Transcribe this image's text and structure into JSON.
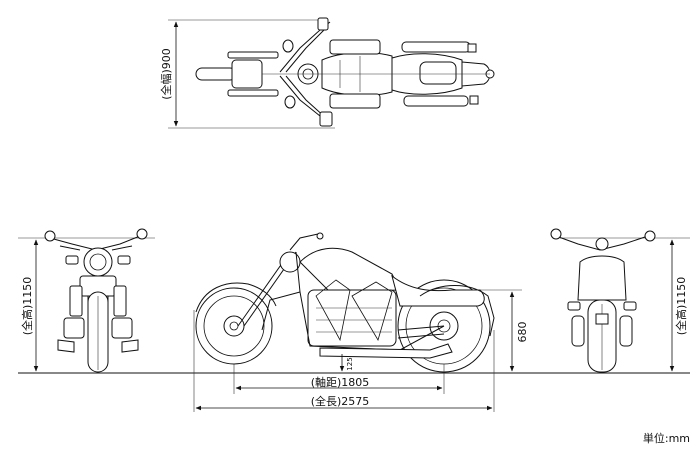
{
  "dimensions": {
    "width_label": "(全幅)900",
    "height_label_left": "(全高)1150",
    "height_label_right": "(全高)1150",
    "seat_height": "680",
    "ground_clearance": "125",
    "wheelbase_label": "(軸距)1805",
    "length_label": "(全長)2575"
  },
  "unit_label": "単位:mm"
}
